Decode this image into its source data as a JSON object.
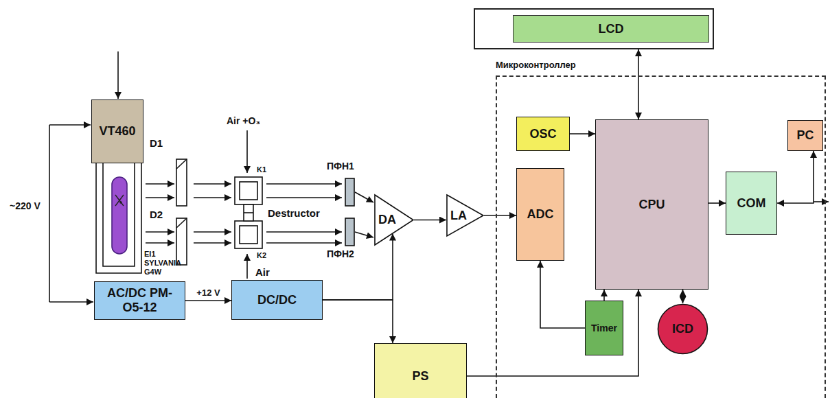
{
  "diagram": {
    "nodes": [
      {
        "text": [
          "LCD"
        ]
      },
      {
        "text": [
          "VT460"
        ]
      },
      {
        "text": [
          "Микроконтроллер"
        ]
      },
      {
        "text": [
          "OSC"
        ],
        "in": 2
      },
      {
        "text": [
          "CPU"
        ],
        "in": 2
      },
      {
        "text": [
          "PC"
        ]
      },
      {
        "text": [
          "DA"
        ]
      },
      {
        "text": [
          "LA"
        ]
      },
      {
        "text": [
          "ADC"
        ],
        "in": 2
      },
      {
        "text": [
          "COM"
        ],
        "in": 2
      },
      {
        "text": [
          "AC/DC PM-O5-12"
        ]
      },
      {
        "text": [
          "DC/DC"
        ]
      },
      {
        "text": [
          "Timer"
        ],
        "in": 2
      },
      {
        "text": [
          "ICD"
        ],
        "in": 2
      },
      {
        "text": [
          "PS"
        ]
      }
    ],
    "edges": [
      {
        "from": 10,
        "to": 11,
        "label": "+12 V",
        "arrow": "to"
      },
      {
        "from": 11,
        "to": 6,
        "arrow": "to"
      },
      {
        "from": 11,
        "to": 14,
        "arrow": "to"
      },
      {
        "from": 14,
        "to": 4,
        "arrow": "to"
      },
      {
        "from": 6,
        "to": 7,
        "arrow": "to"
      },
      {
        "from": 7,
        "to": 8,
        "arrow": "to"
      },
      {
        "from": 3,
        "to": 4,
        "arrow": "to"
      },
      {
        "from": 12,
        "to": 8,
        "arrow": "to"
      },
      {
        "from": 12,
        "to": 4,
        "arrow": "to"
      },
      {
        "from": 4,
        "to": 13,
        "arrow": "both"
      },
      {
        "from": 4,
        "to": 0,
        "arrow": "both"
      },
      {
        "from": 4,
        "to": 9,
        "arrow": "to"
      },
      {
        "from": 9,
        "to": 5,
        "arrow": "both"
      }
    ],
    "labels": [
      "~220 V",
      "EI1 SYLVANIA G4W",
      "D1",
      "D2",
      "Air +O₃",
      "K1",
      "K2",
      "Destructor",
      "Air",
      "ПФН1",
      "ПФН2"
    ]
  }
}
